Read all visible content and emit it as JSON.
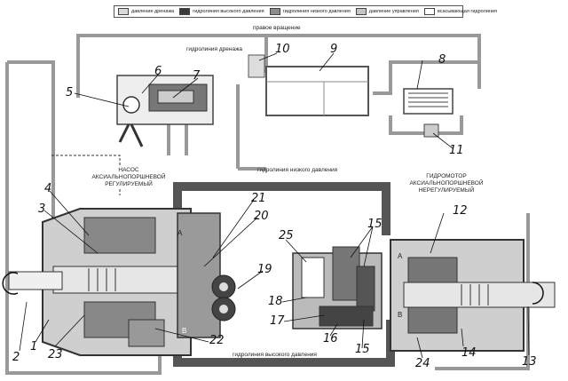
{
  "legend": [
    {
      "label": "давление дренажа",
      "color": "#d9d9d9"
    },
    {
      "label": "гидролиния высокого давления",
      "color": "#3a3a3a"
    },
    {
      "label": "гидролиния низкого давления",
      "color": "#8c8c8c"
    },
    {
      "label": "давление управления",
      "color": "#c4c4c4"
    },
    {
      "label": "всасывающая гидролиния",
      "color": "#ffffff"
    }
  ],
  "labels": {
    "rotation": "правое вращение",
    "drain_line": "гидролиния дренажа",
    "low_pressure_line": "гидролиния низкого давления",
    "high_pressure_line": "гидролиния высокого давления",
    "pump_box": "НАСОС АКСИАЛЬНОПОРШНЕВОЙ РЕГУЛИРУЕМЫЙ",
    "motor_box": "ГИДРОМОТОР АКСИАЛЬНОПОРШНЕВОЙ НЕРЕГУЛИРУЕМЫЙ",
    "port_a_pump": "A",
    "port_b_pump": "B",
    "port_a_motor": "A",
    "port_b_motor": "B"
  },
  "numbers": [
    "1",
    "2",
    "3",
    "4",
    "5",
    "6",
    "7",
    "8",
    "9",
    "10",
    "11",
    "12",
    "13",
    "14",
    "15",
    "15",
    "16",
    "17",
    "18",
    "19",
    "20",
    "21",
    "22",
    "23",
    "24",
    "25"
  ]
}
